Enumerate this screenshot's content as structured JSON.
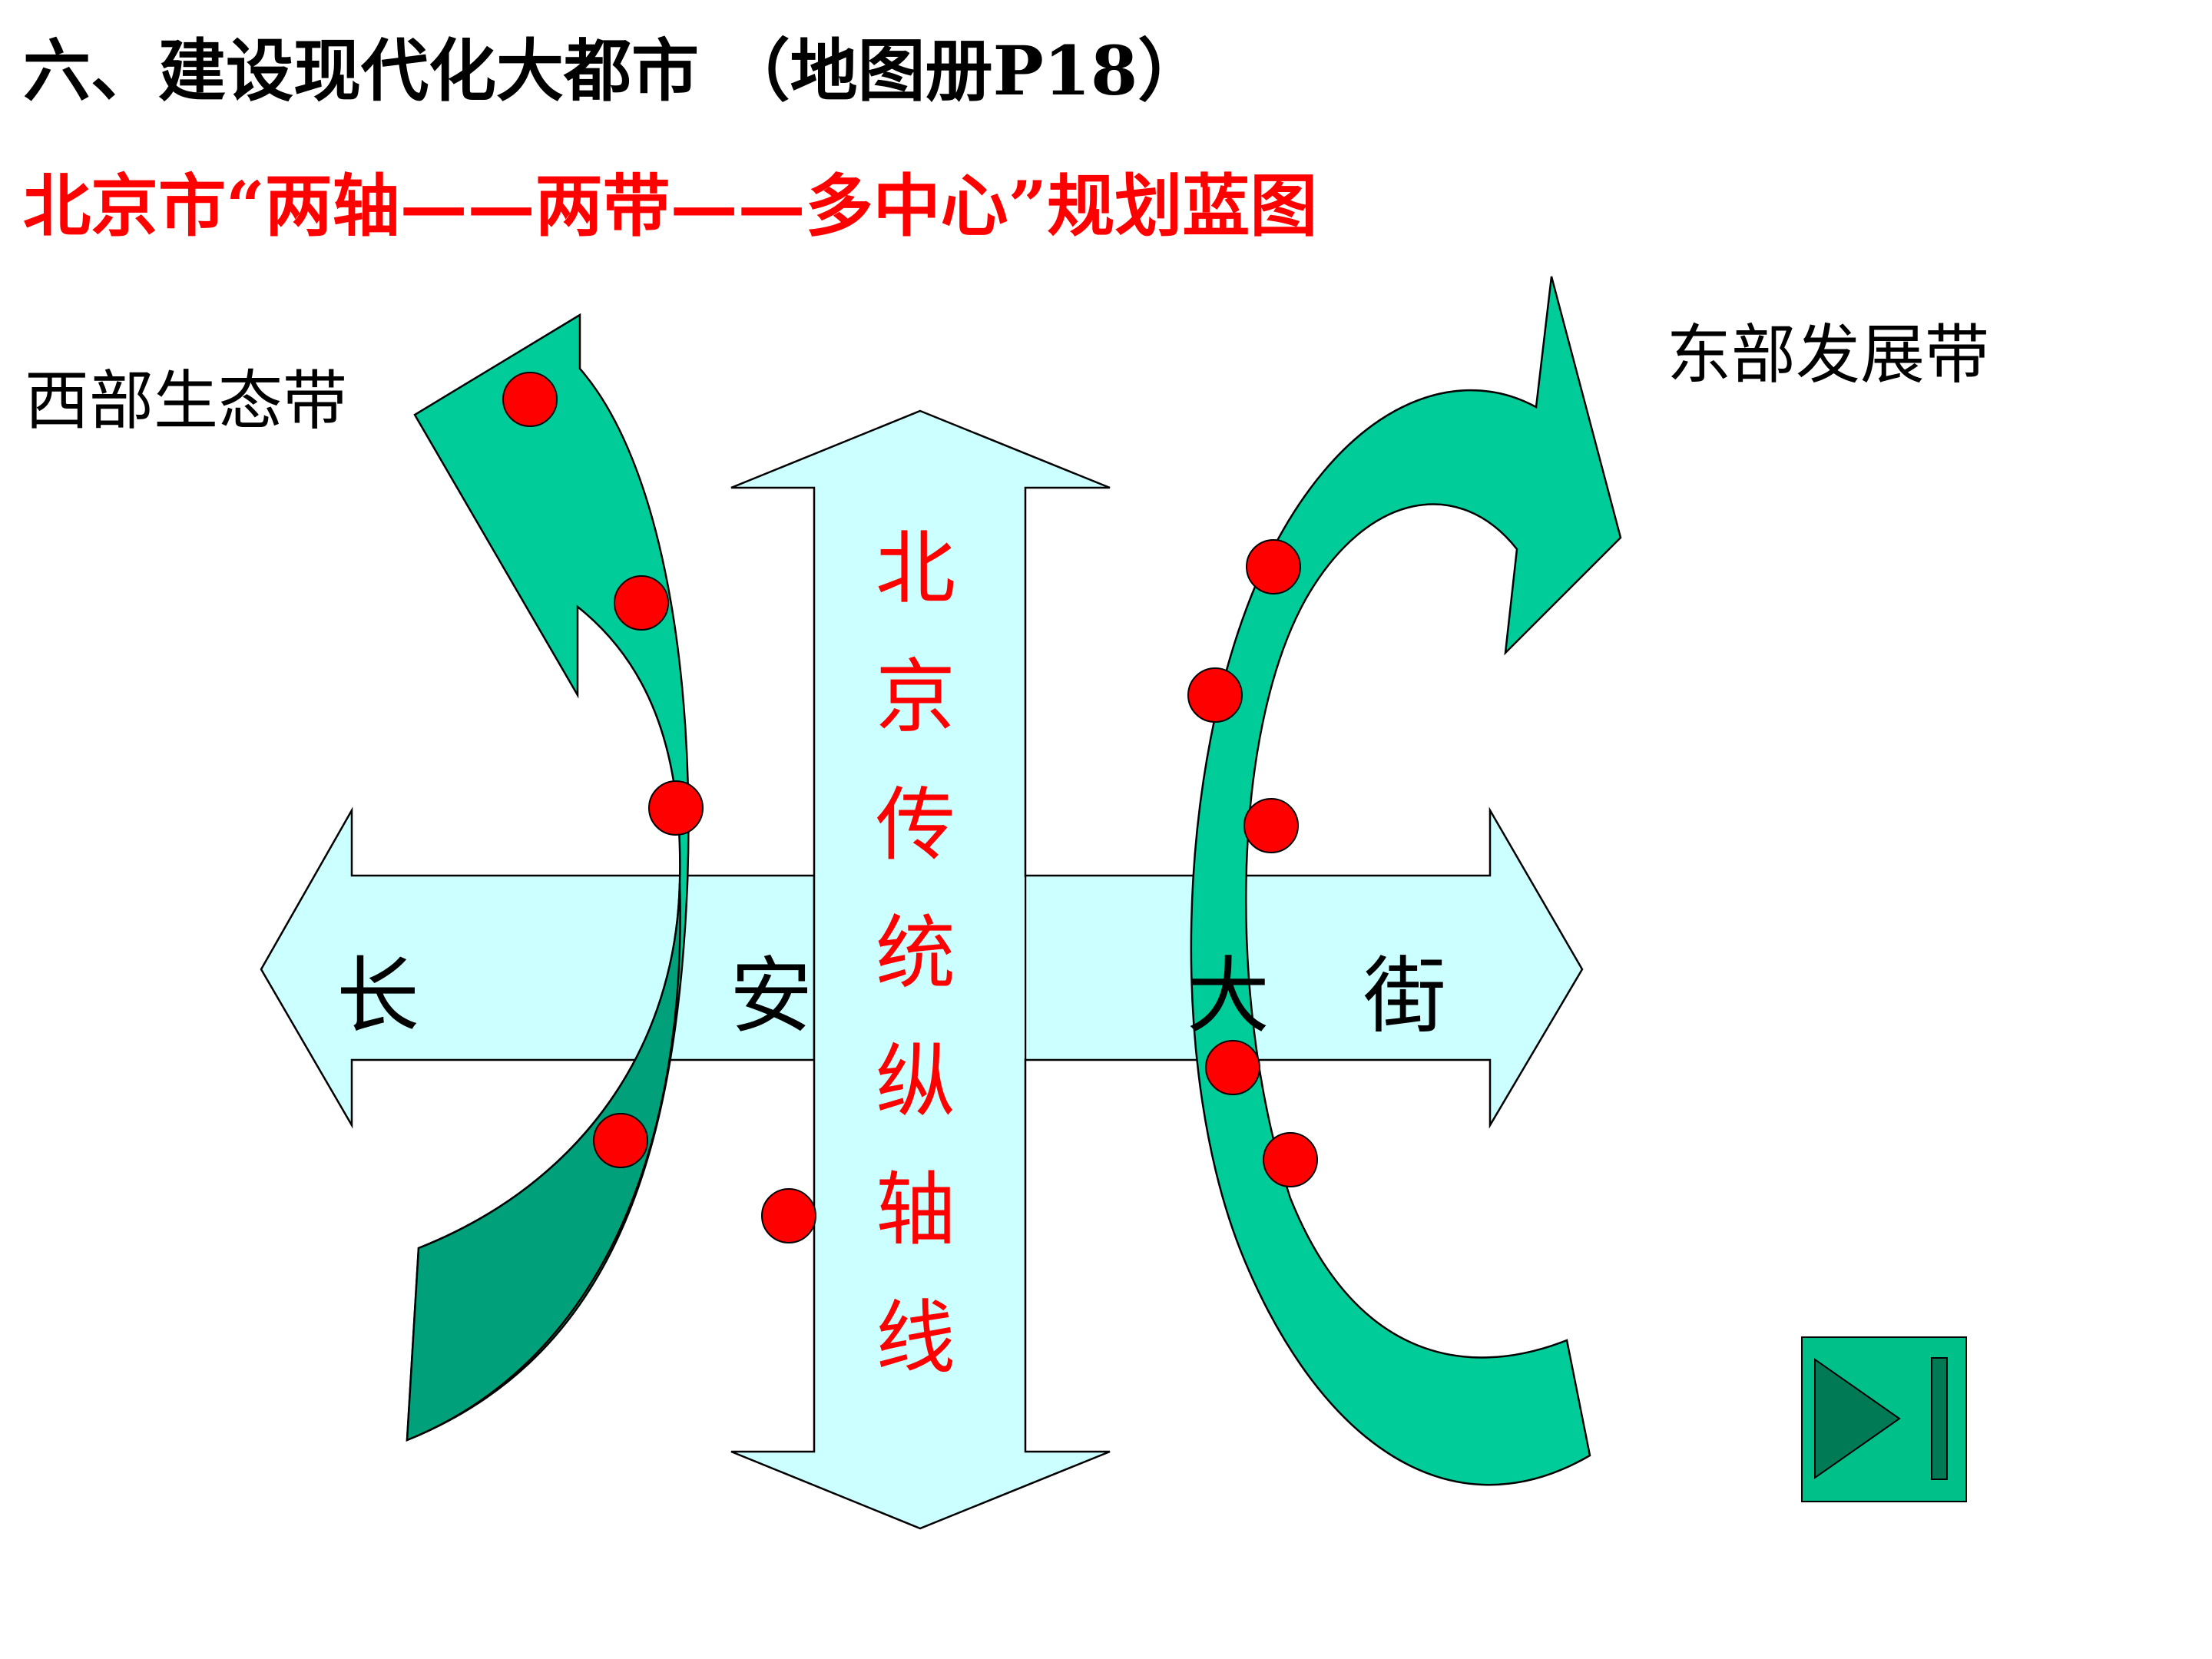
{
  "title": "六、建设现代化大都市 （地图册P18）",
  "subtitle": "北京市“两轴——两带——多中心”规划蓝图",
  "labels": {
    "west_belt": "西部生态带",
    "east_belt": "东部发展带"
  },
  "horizontal_axis": {
    "chars": [
      "长",
      "安",
      "大",
      "街"
    ]
  },
  "vertical_axis": {
    "chars": [
      "北",
      "京",
      "传",
      "统",
      "纵",
      "轴",
      "线"
    ]
  },
  "icons": {
    "next": "play-next-icon"
  },
  "colors": {
    "subtitle": "#ff0000",
    "axis_text": "#ff0000",
    "axis_fill": "#ccffff",
    "belt_fill": "#00cc99",
    "belt_fill_dark": "#00a07a",
    "center_dot": "#ff0000",
    "button_fill": "#00c08a",
    "button_icon": "#007a55"
  }
}
